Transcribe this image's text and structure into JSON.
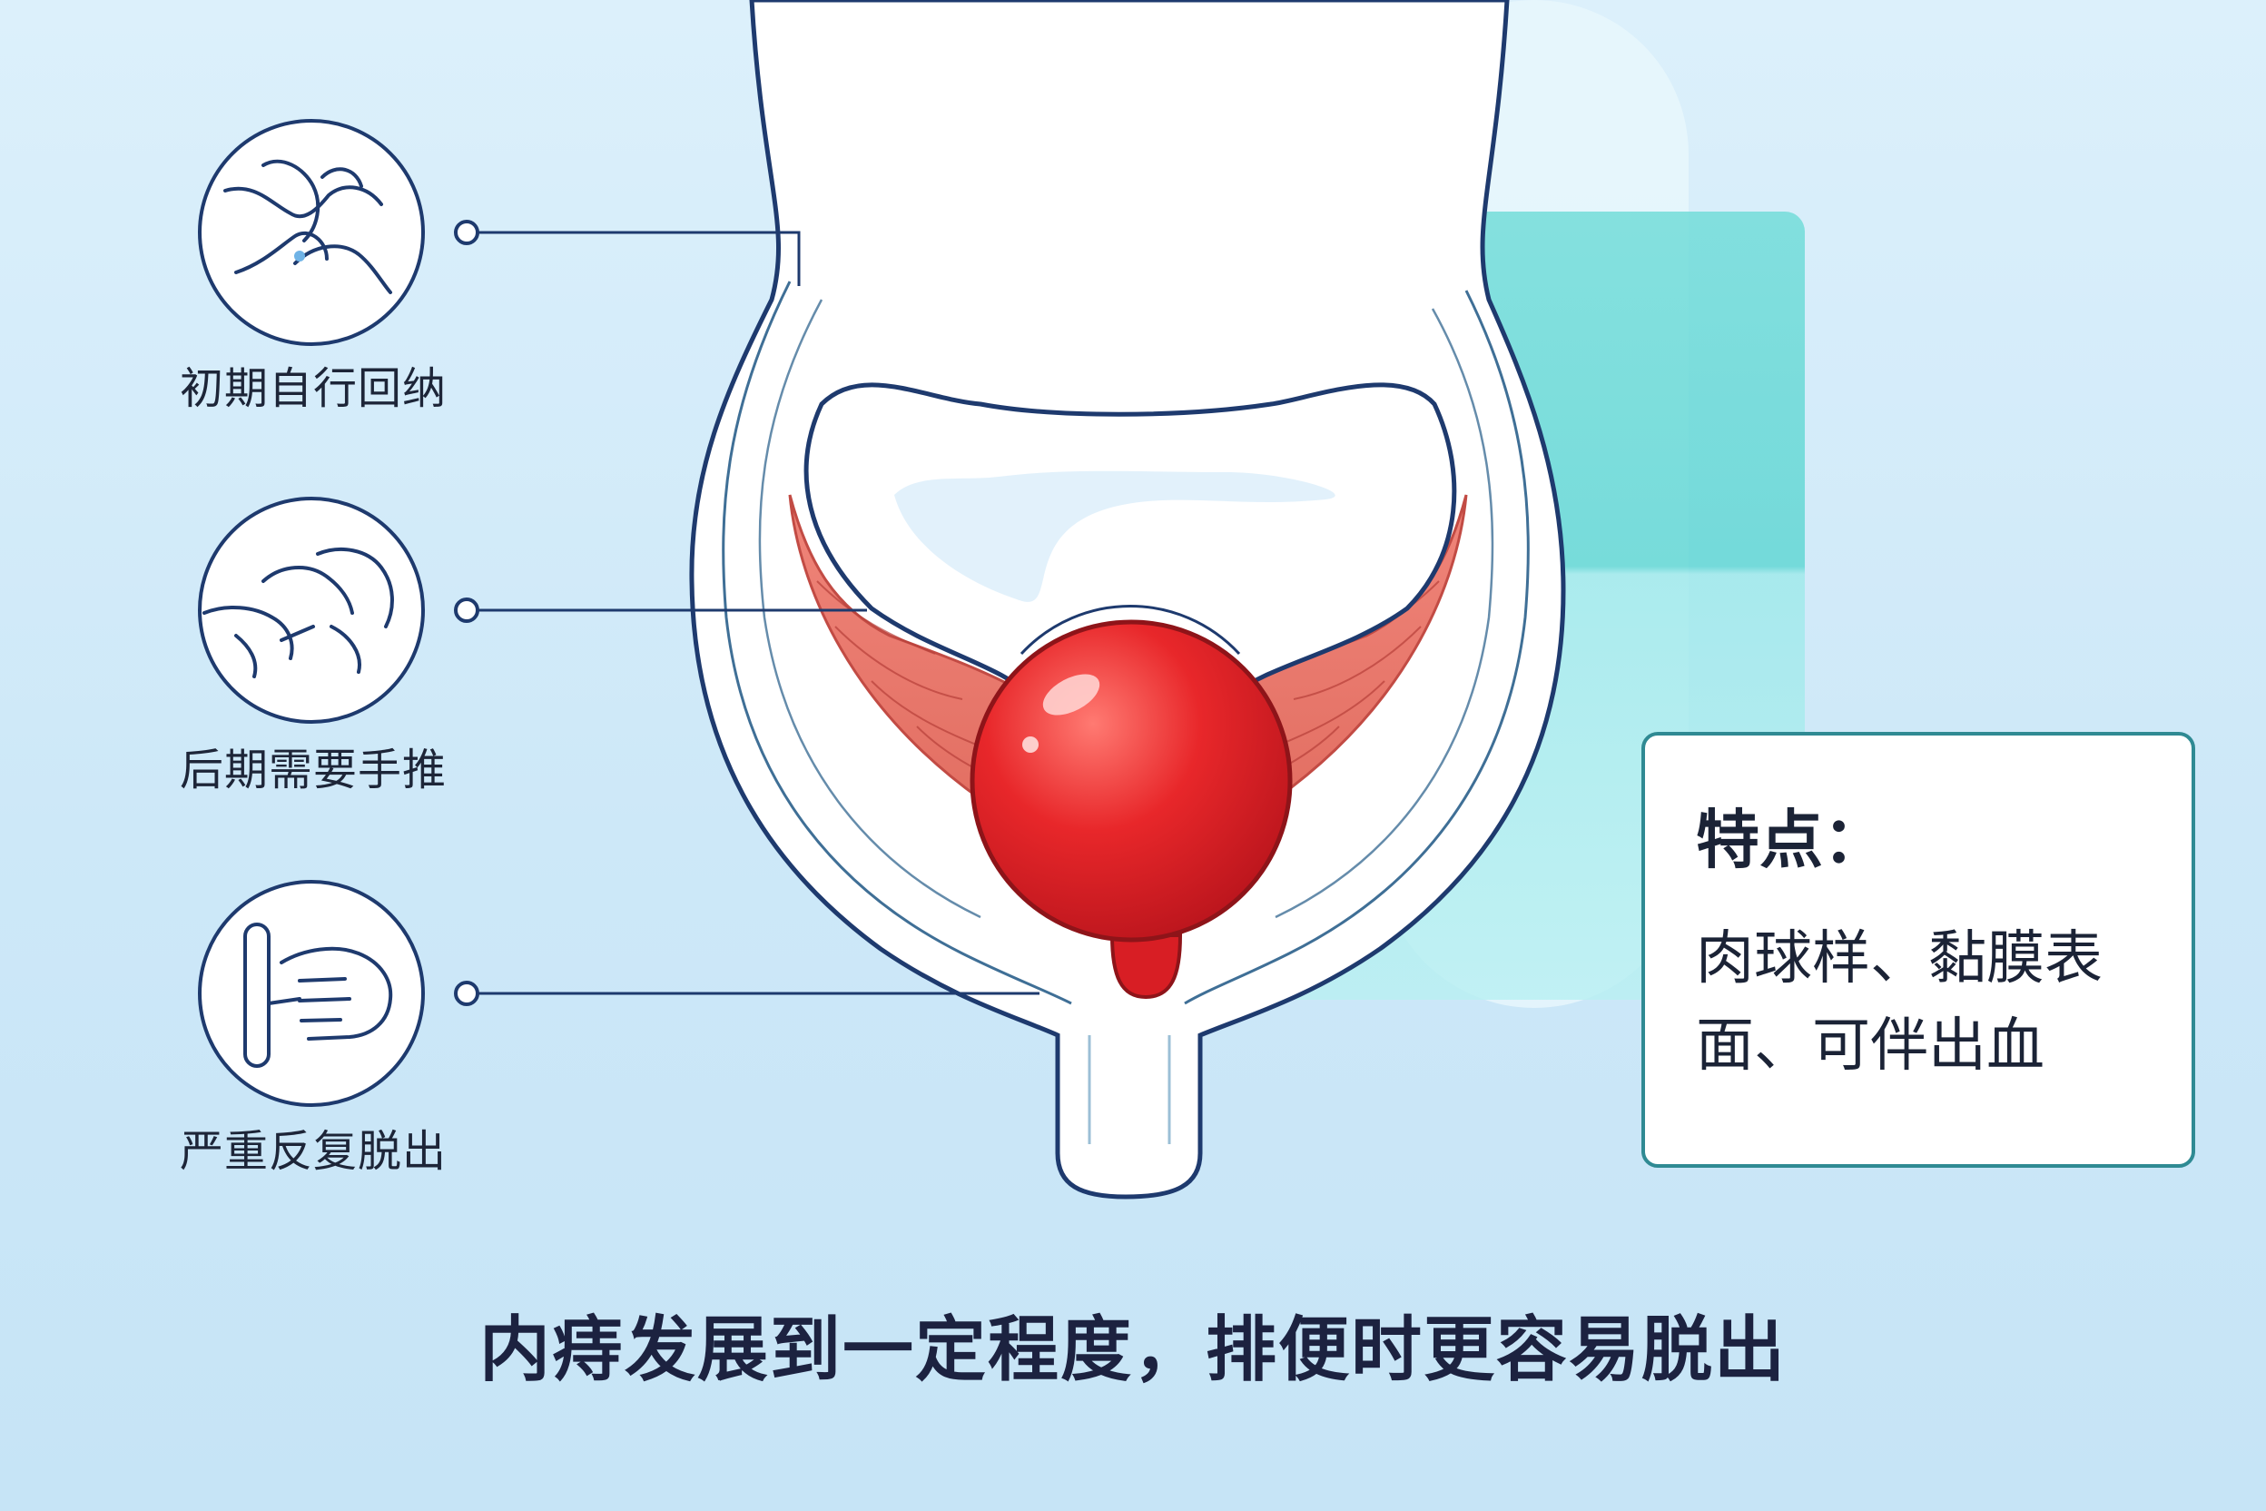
{
  "stages": [
    {
      "label": "初期自行回纳",
      "icon": "hands-pressing-icon"
    },
    {
      "label": "后期需要手推",
      "icon": "hands-pushing-icon"
    },
    {
      "label": "严重反复脱出",
      "icon": "hand-with-support-icon"
    }
  ],
  "feature_box": {
    "title": "特点：",
    "description": "肉球样、黏膜表面、可伴出血"
  },
  "caption": "内痔发展到一定程度，排便时更容易脱出",
  "colors": {
    "background": "#cde8f8",
    "outline": "#1e3a6e",
    "hemorrhoid": "#e8272a",
    "muscle": "#ec7868",
    "accent_teal": "#5fd8d6",
    "box_border": "#2f8a93"
  }
}
